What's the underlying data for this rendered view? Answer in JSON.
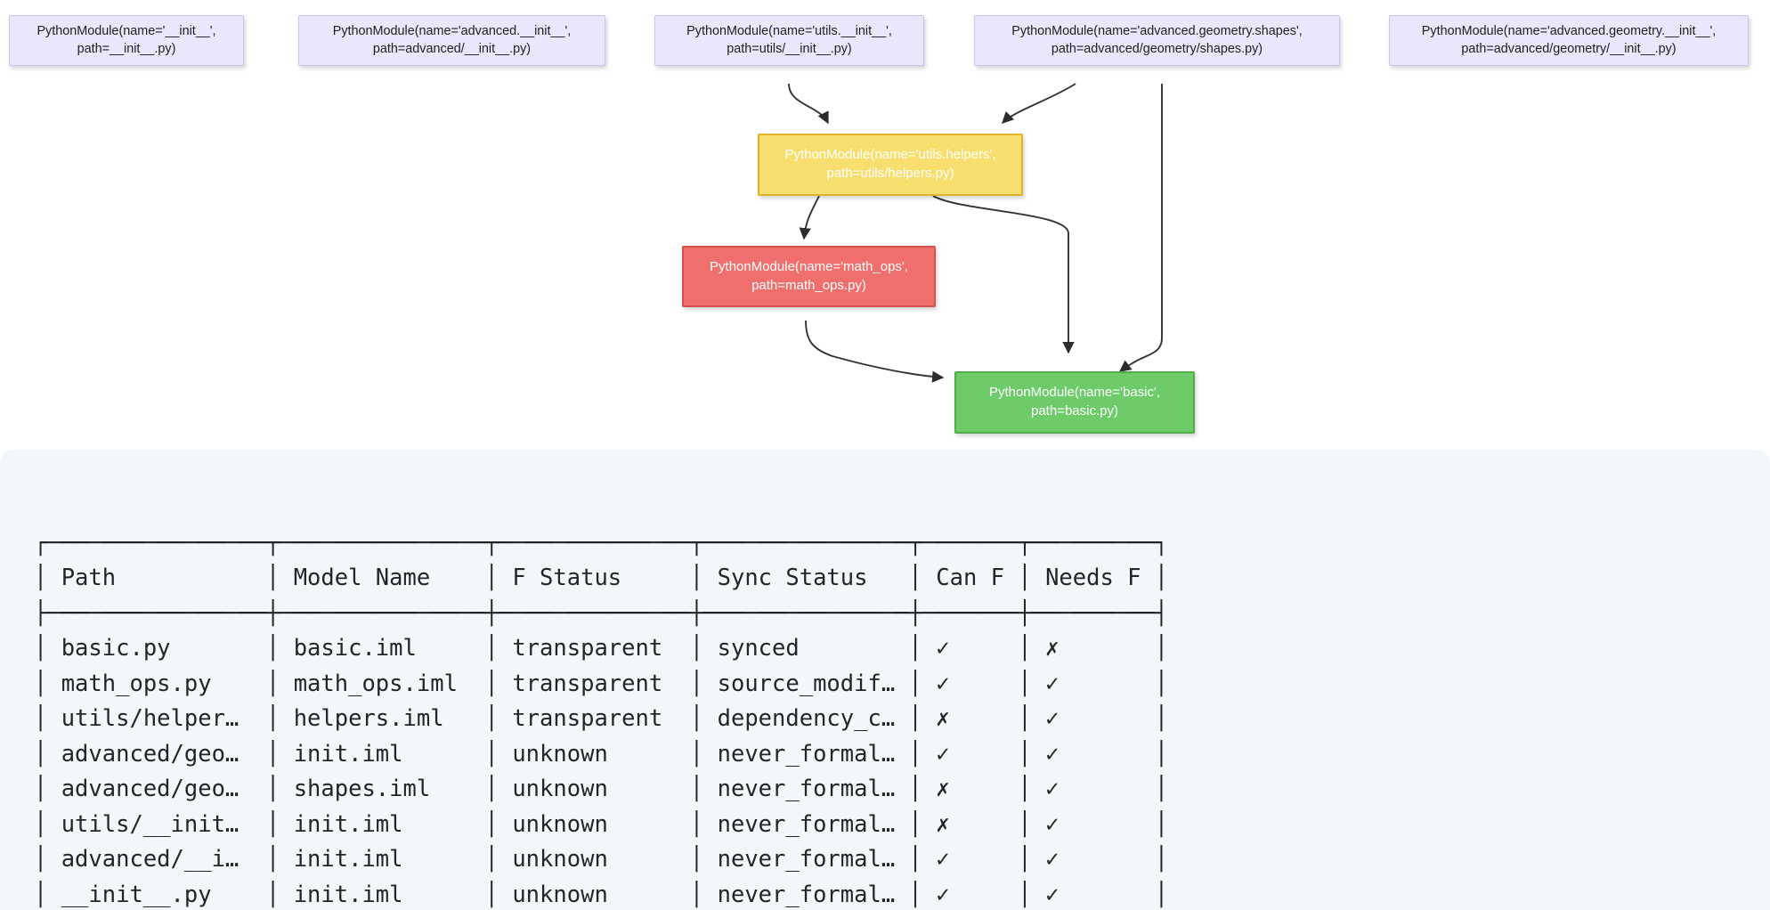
{
  "graph": {
    "nodes": [
      {
        "id": "init-root",
        "kind": "module",
        "label": "PythonModule(name='__init__',\npath=__init__.py)"
      },
      {
        "id": "advanced-init",
        "kind": "module",
        "label": "PythonModule(name='advanced.__init__',\npath=advanced/__init__.py)"
      },
      {
        "id": "utils-init",
        "kind": "module",
        "label": "PythonModule(name='utils.__init__',\npath=utils/__init__.py)"
      },
      {
        "id": "geometry-shapes",
        "kind": "module",
        "label": "PythonModule(name='advanced.geometry.shapes',\npath=advanced/geometry/shapes.py)"
      },
      {
        "id": "geometry-init",
        "kind": "module",
        "label": "PythonModule(name='advanced.geometry.__init__',\npath=advanced/geometry/__init__.py)"
      },
      {
        "id": "utils-helpers",
        "kind": "helpers",
        "label": "PythonModule(name='utils.helpers',\npath=utils/helpers.py)"
      },
      {
        "id": "math-ops",
        "kind": "mathops",
        "label": "PythonModule(name='math_ops',\npath=math_ops.py)"
      },
      {
        "id": "basic",
        "kind": "basic",
        "label": "PythonModule(name='basic',\npath=basic.py)"
      }
    ],
    "edges": [
      {
        "from": "utils-init",
        "to": "utils-helpers"
      },
      {
        "from": "geometry-shapes",
        "to": "utils-helpers"
      },
      {
        "from": "utils-helpers",
        "to": "math-ops"
      },
      {
        "from": "utils-helpers",
        "to": "basic"
      },
      {
        "from": "math-ops",
        "to": "basic"
      },
      {
        "from": "geometry-shapes",
        "to": "basic"
      }
    ],
    "colors": {
      "module_fill": "#e9e7fb",
      "module_stroke": "#c9c5f0",
      "helpers_fill": "#f8de6e",
      "helpers_stroke": "#e0b429",
      "mathops_fill": "#ef6f6c",
      "mathops_stroke": "#d4504d",
      "basic_fill": "#6ecb6a",
      "basic_stroke": "#4fae4c",
      "edge_stroke": "#333333"
    }
  },
  "table": {
    "columns": [
      "Path",
      "Model Name",
      "F Status",
      "Sync Status",
      "Can F",
      "Needs F"
    ],
    "rows": [
      [
        "basic.py",
        "basic.iml",
        "transparent",
        "synced",
        "✓",
        "✗"
      ],
      [
        "math_ops.py",
        "math_ops.iml",
        "transparent",
        "source_modif…",
        "✓",
        "✓"
      ],
      [
        "utils/helper…",
        "helpers.iml",
        "transparent",
        "dependency_c…",
        "✗",
        "✓"
      ],
      [
        "advanced/geo…",
        "init.iml",
        "unknown",
        "never_formal…",
        "✓",
        "✓"
      ],
      [
        "advanced/geo…",
        "shapes.iml",
        "unknown",
        "never_formal…",
        "✗",
        "✓"
      ],
      [
        "utils/__init…",
        "init.iml",
        "unknown",
        "never_formal…",
        "✗",
        "✓"
      ],
      [
        "advanced/__i…",
        "init.iml",
        "unknown",
        "never_formal…",
        "✓",
        "✓"
      ],
      [
        "__init__.py",
        "init.iml",
        "unknown",
        "never_formal…",
        "✓",
        "✓"
      ]
    ],
    "widths": [
      14,
      13,
      12,
      13,
      5,
      7
    ],
    "panel_bg": "#f4f7f9",
    "text_color": "#22262b"
  }
}
